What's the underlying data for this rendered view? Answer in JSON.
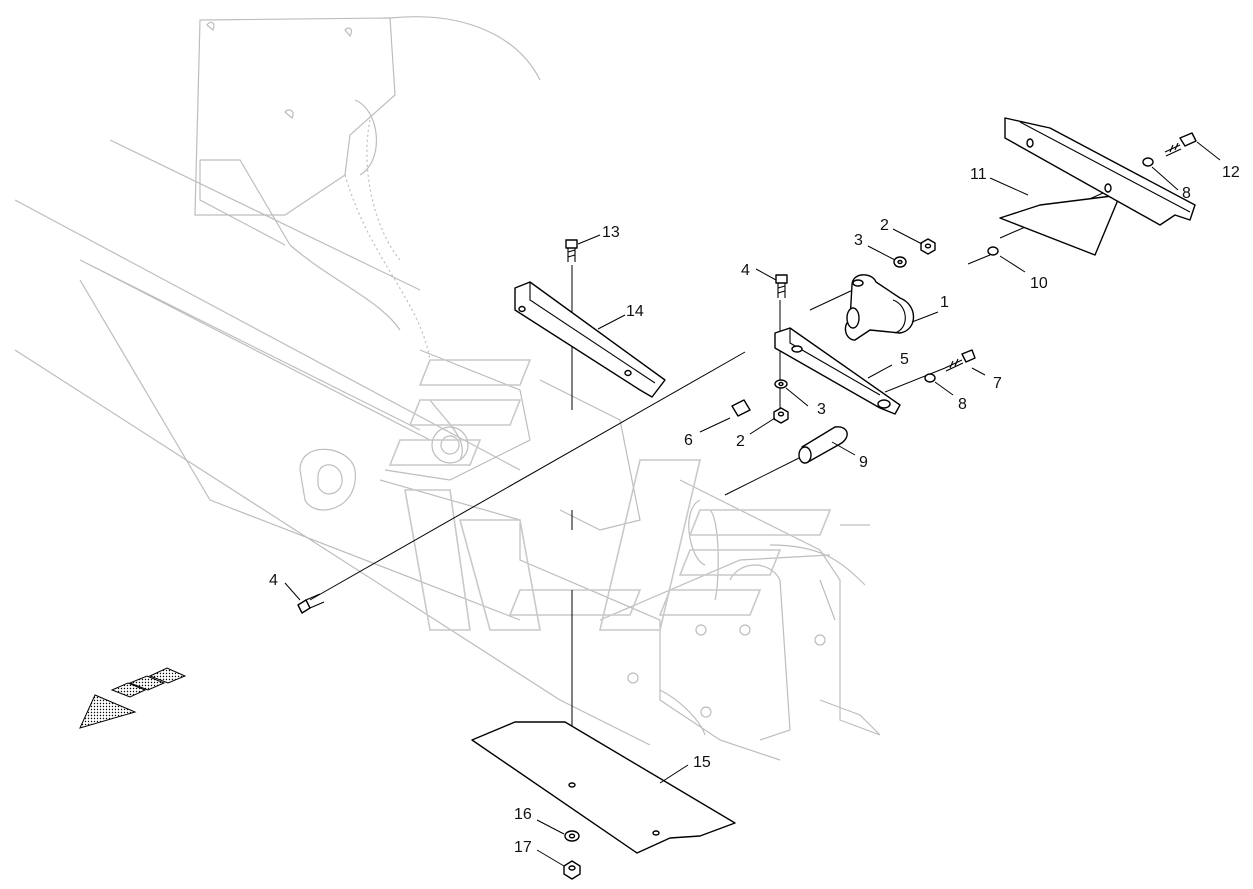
{
  "callouts": [
    {
      "id": "c1",
      "text": "1"
    },
    {
      "id": "c2a",
      "text": "2"
    },
    {
      "id": "c2b",
      "text": "2"
    },
    {
      "id": "c3a",
      "text": "3"
    },
    {
      "id": "c3b",
      "text": "3"
    },
    {
      "id": "c4a",
      "text": "4"
    },
    {
      "id": "c4b",
      "text": "4"
    },
    {
      "id": "c5",
      "text": "5"
    },
    {
      "id": "c6",
      "text": "6"
    },
    {
      "id": "c7",
      "text": "7"
    },
    {
      "id": "c8a",
      "text": "8"
    },
    {
      "id": "c8b",
      "text": "8"
    },
    {
      "id": "c9",
      "text": "9"
    },
    {
      "id": "c10",
      "text": "10"
    },
    {
      "id": "c11",
      "text": "11"
    },
    {
      "id": "c12",
      "text": "12"
    },
    {
      "id": "c13",
      "text": "13"
    },
    {
      "id": "c14",
      "text": "14"
    },
    {
      "id": "c15",
      "text": "15"
    },
    {
      "id": "c16",
      "text": "16"
    },
    {
      "id": "c17",
      "text": "17"
    }
  ],
  "direction_arrow": {
    "icon": "direction-arrow-icon",
    "fill_pattern": "dotted"
  }
}
